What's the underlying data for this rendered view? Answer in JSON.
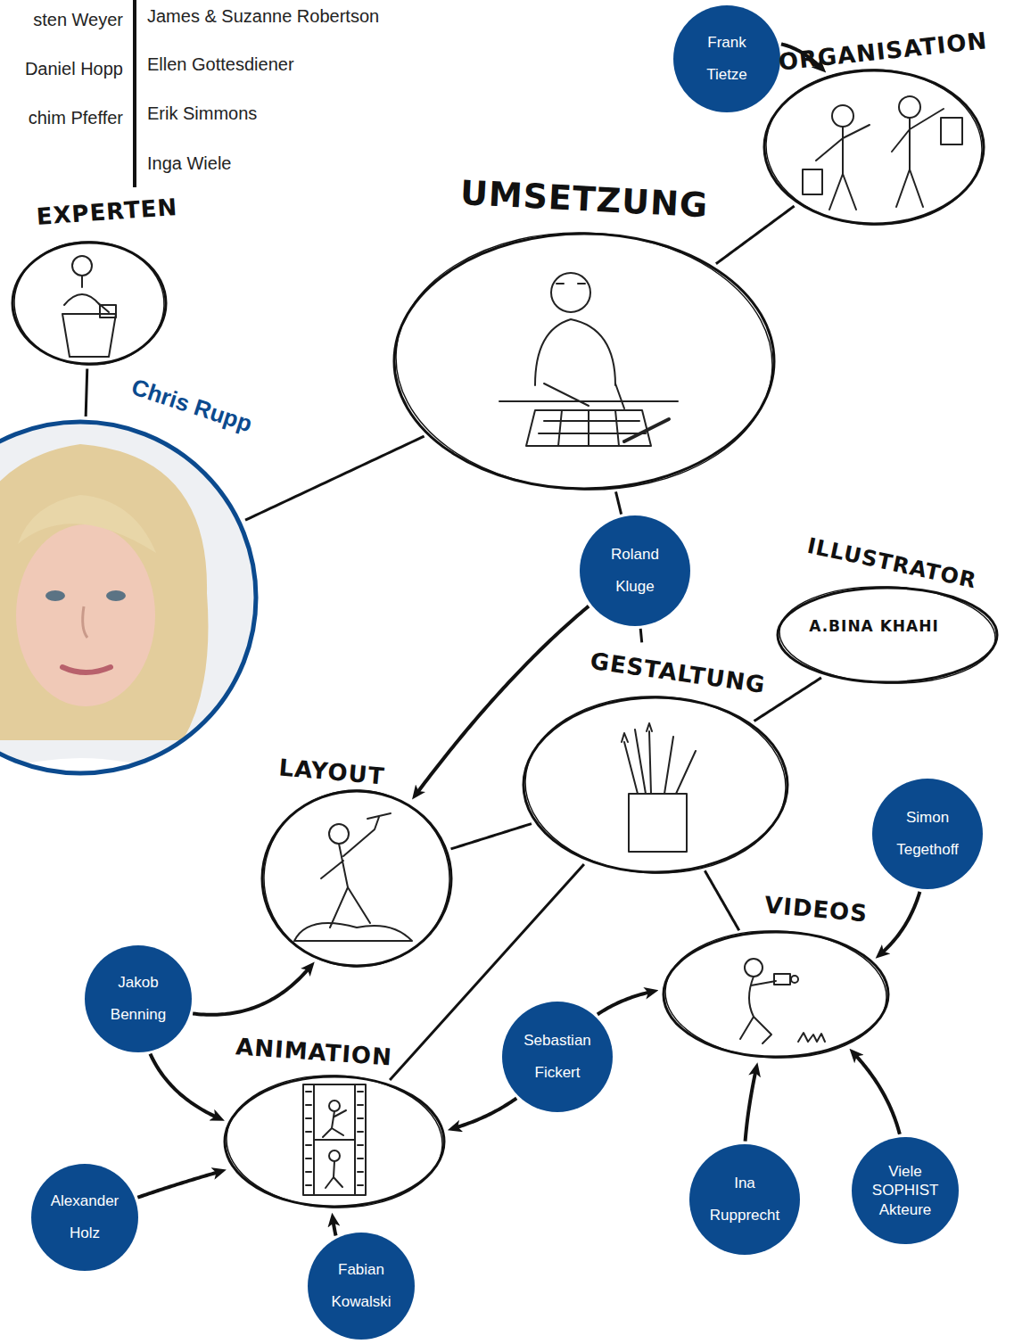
{
  "diagram": {
    "nodes": [
      {
        "text": [
          "EXPERTEN"
        ]
      },
      {
        "text": [
          "Frank Tietze"
        ]
      },
      {
        "text": [
          "ORGANISATION"
        ]
      },
      {
        "text": [
          "UMSETZUNG"
        ]
      },
      {
        "text": [
          "Chris Rupp"
        ]
      },
      {
        "text": [
          "Roland Kluge"
        ]
      },
      {
        "text": [
          "ILLUSTRATOR",
          "A.BINA KHAHI"
        ]
      },
      {
        "text": [
          "GESTALTUNG"
        ]
      },
      {
        "text": [
          "LAYOUT"
        ]
      },
      {
        "text": [
          "Simon Tegethoff"
        ]
      },
      {
        "text": [
          "VIDEOS"
        ]
      },
      {
        "text": [
          "Jakob Benning"
        ]
      },
      {
        "text": [
          "ANIMATION"
        ]
      },
      {
        "text": [
          "Sebastian Fickert"
        ]
      },
      {
        "text": [
          "Ina Rupprecht"
        ]
      },
      {
        "text": [
          "Viele SOPHIST Akteure"
        ]
      },
      {
        "text": [
          "Alexander Holz"
        ]
      },
      {
        "text": [
          "Fabian Kowalski"
        ]
      }
    ],
    "edges": [
      {
        "from": 0,
        "to": 4,
        "arrow": "none"
      },
      {
        "from": 4,
        "to": 3,
        "arrow": "none"
      },
      {
        "from": 1,
        "to": 2,
        "arrow": "to"
      },
      {
        "from": 3,
        "to": 2,
        "arrow": "none"
      },
      {
        "from": 3,
        "to": 5,
        "arrow": "none"
      },
      {
        "from": 5,
        "to": 7,
        "arrow": "none"
      },
      {
        "from": 5,
        "to": 8,
        "arrow": "to"
      },
      {
        "from": 6,
        "to": 7,
        "arrow": "none"
      },
      {
        "from": 7,
        "to": 8,
        "arrow": "none"
      },
      {
        "from": 7,
        "to": 12,
        "arrow": "none"
      },
      {
        "from": 7,
        "to": 10,
        "arrow": "none"
      },
      {
        "from": 9,
        "to": 10,
        "arrow": "to"
      },
      {
        "from": 11,
        "to": 8,
        "arrow": "to"
      },
      {
        "from": 11,
        "to": 12,
        "arrow": "to"
      },
      {
        "from": 13,
        "to": 10,
        "arrow": "to"
      },
      {
        "from": 13,
        "to": 12,
        "arrow": "to"
      },
      {
        "from": 14,
        "to": 10,
        "arrow": "to"
      },
      {
        "from": 15,
        "to": 10,
        "arrow": "to"
      },
      {
        "from": 16,
        "to": 12,
        "arrow": "to"
      },
      {
        "from": 17,
        "to": 12,
        "arrow": "to"
      }
    ],
    "labels": [
      "sten Weyer",
      "Daniel Hopp",
      "chim Pfeffer",
      "James & Suzanne Robertson",
      "Ellen Gottesdiener",
      "Erik Simmons",
      "Inga Wiele"
    ]
  }
}
